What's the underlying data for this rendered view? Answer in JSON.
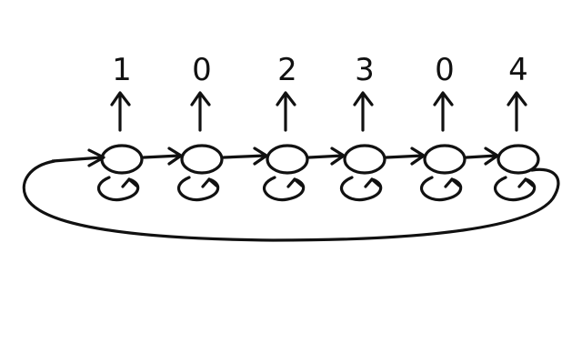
{
  "labels": [
    "1",
    "0",
    "2",
    "3",
    "0",
    "4"
  ],
  "ink_color": "#111111",
  "background_color": "#ffffff"
}
